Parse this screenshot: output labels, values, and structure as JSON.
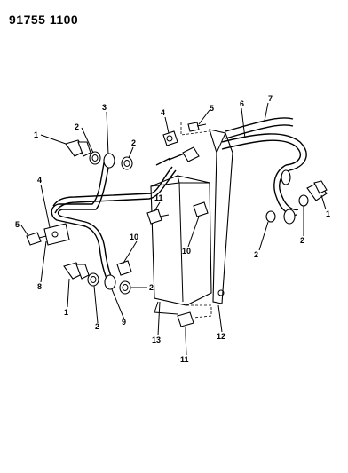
{
  "header": {
    "title": "91755 1100"
  },
  "callouts": {
    "c1_left": "1",
    "c2_top": "2",
    "c3": "3",
    "c2_mid": "2",
    "c4_top": "4",
    "c5_top": "5",
    "c6": "6",
    "c7": "7",
    "c4_left": "4",
    "c5_left": "5",
    "c8": "8",
    "c11_top": "11",
    "c10_left": "10",
    "c10_right": "10",
    "c1_right": "1",
    "c2_right": "2",
    "c2_rfar": "2",
    "c1_bottom": "1",
    "c2_bottom": "2",
    "c9": "9",
    "c2_cooler": "2",
    "c13": "13",
    "c12": "12",
    "c11_bottom": "11"
  }
}
